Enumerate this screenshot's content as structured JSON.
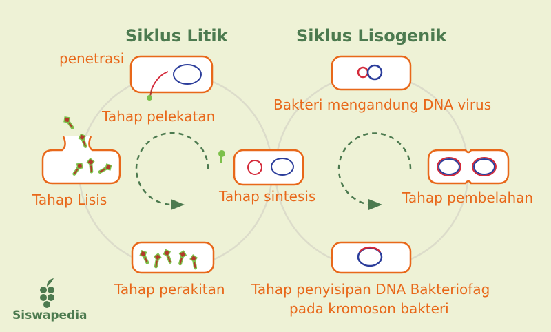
{
  "titles": {
    "lytic": "Siklus Litik",
    "lysogenic": "Siklus Lisogenik"
  },
  "labels": {
    "penetration": "penetrasi",
    "attachment": "Tahap pelekatan",
    "lysis": "Tahap Lisis",
    "synthesis": "Tahap sintesis",
    "assembly": "Tahap perakitan",
    "bacteria_dna": "Bakteri mengandung DNA virus",
    "division": "Tahap pembelahan",
    "insertion_line1": "Tahap penyisipan DNA Bakteriofag",
    "insertion_line2": "pada kromoson bakteri"
  },
  "brand": "Siswapedia",
  "colors": {
    "background": "#eef2d6",
    "cell_outline": "#e8681a",
    "cell_fill": "#ffffff",
    "dna_blue": "#2b3d9b",
    "dna_red": "#d42a3a",
    "arrow": "#4c7a4f",
    "cycle_ring": "#dcdcca",
    "phage_red": "#b23a2a",
    "phage_green": "#7cc04a",
    "label": "#e8681a",
    "title": "#4c7a4f"
  }
}
